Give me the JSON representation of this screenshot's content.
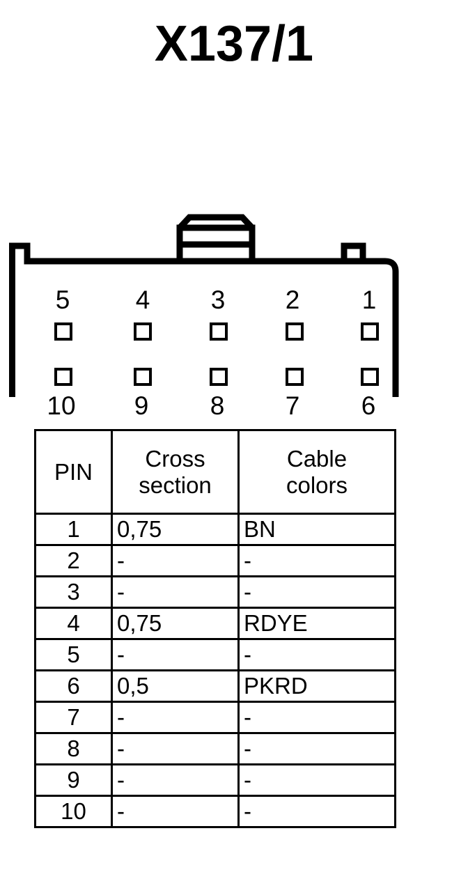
{
  "page": {
    "title": "X137/1",
    "background_color": "#ffffff",
    "line_color": "#000000"
  },
  "connector": {
    "name": "X137/1",
    "pin_count": 10,
    "rows": 2,
    "columns": 5,
    "top_row_labels": [
      "5",
      "4",
      "3",
      "2",
      "1"
    ],
    "bottom_row_labels": [
      "10",
      "9",
      "8",
      "7",
      "6"
    ],
    "top_latch": "trapezoid-latch-tab",
    "bottom_latch": "trapezoid-latch-tab",
    "pin_cavity_shape": "square"
  },
  "pin_table": {
    "headers": [
      "PIN",
      "Cross section",
      "Cable colors"
    ],
    "header_lines": {
      "pin": [
        "PIN"
      ],
      "cross_section": [
        "Cross",
        "section"
      ],
      "cable_colors": [
        "Cable",
        "colors"
      ]
    },
    "rows": [
      {
        "pin": "1",
        "cross_section": "0,75",
        "cable_colors": "BN"
      },
      {
        "pin": "2",
        "cross_section": "-",
        "cable_colors": "-"
      },
      {
        "pin": "3",
        "cross_section": "-",
        "cable_colors": "-"
      },
      {
        "pin": "4",
        "cross_section": "0,75",
        "cable_colors": "RDYE"
      },
      {
        "pin": "5",
        "cross_section": "-",
        "cable_colors": "-"
      },
      {
        "pin": "6",
        "cross_section": "0,5",
        "cable_colors": "PKRD"
      },
      {
        "pin": "7",
        "cross_section": "-",
        "cable_colors": "-"
      },
      {
        "pin": "8",
        "cross_section": "-",
        "cable_colors": "-"
      },
      {
        "pin": "9",
        "cross_section": "-",
        "cable_colors": "-"
      },
      {
        "pin": "10",
        "cross_section": "-",
        "cable_colors": "-"
      }
    ]
  }
}
